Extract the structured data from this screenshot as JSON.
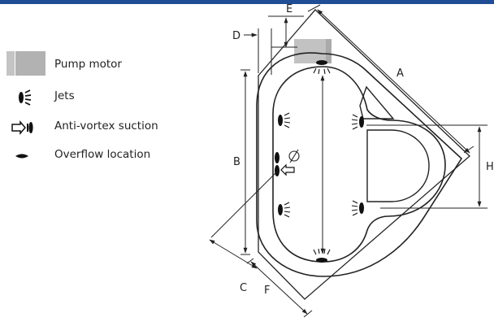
{
  "legend": {
    "items": [
      {
        "label": "Pump motor",
        "icon": "pump-motor-icon"
      },
      {
        "label": "Jets",
        "icon": "jet-icon"
      },
      {
        "label": "Anti-vortex suction",
        "icon": "anti-vortex-suction-icon"
      },
      {
        "label": "Overflow location",
        "icon": "overflow-location-icon"
      }
    ]
  },
  "dimensions": {
    "A": "A",
    "B": "B",
    "C": "C",
    "D": "D",
    "E": "E",
    "F": "F",
    "H": "H"
  },
  "colors": {
    "header_bar": "#1f4e96",
    "pump_motor": "#b8b8b8",
    "line": "#222222",
    "fixture": "#111111"
  }
}
